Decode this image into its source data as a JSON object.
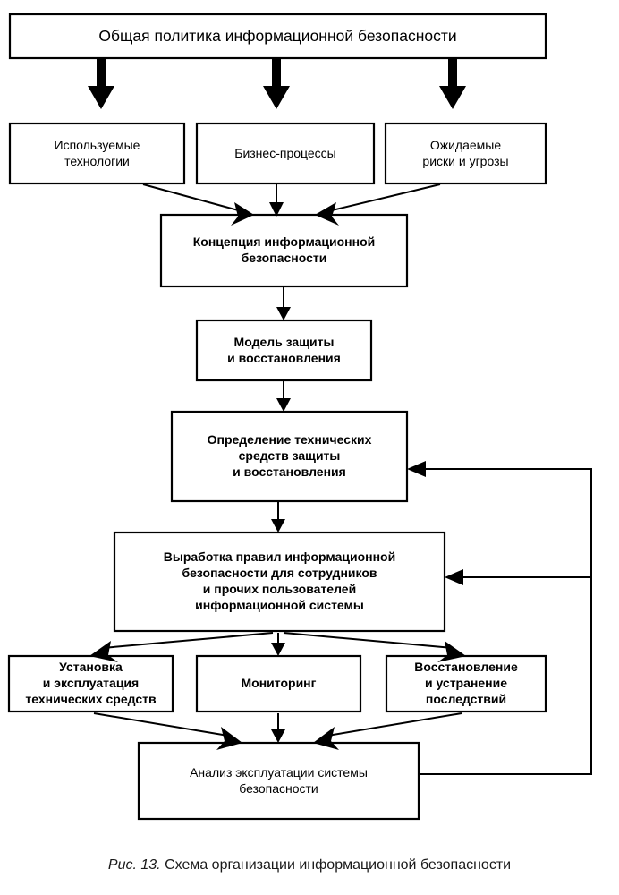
{
  "figure": {
    "caption_number": "Рис. 13.",
    "caption_text": "Схема организации информационной безопасности"
  },
  "colors": {
    "box_fill": "#ffffff",
    "box_stroke": "#000000",
    "arrow": "#000000",
    "text": "#000000",
    "background": "#ffffff"
  },
  "diagram": {
    "type": "flowchart",
    "title": "Схема организации информационной безопасности",
    "nodes": [
      {
        "id": "policy",
        "label": "Общая политика информационной безопасности",
        "level": 0
      },
      {
        "id": "technologies",
        "label": "Используемые\nтехнологии",
        "level": 1
      },
      {
        "id": "business",
        "label": "Бизнес-процессы",
        "level": 1
      },
      {
        "id": "risks",
        "label": "Ожидаемые\nриски и угрозы",
        "level": 1
      },
      {
        "id": "concept",
        "label": "Концепция информационной\nбезопасности",
        "level": 2
      },
      {
        "id": "model",
        "label": "Модель защиты\nи восстановления",
        "level": 3
      },
      {
        "id": "means",
        "label": "Определение технических\nсредств защиты\nи восстановления",
        "level": 4
      },
      {
        "id": "rules",
        "label": "Выработка правил информационной\nбезопасности для сотрудников\nи прочих пользователей\nинформационной системы",
        "level": 5
      },
      {
        "id": "install",
        "label": "Установка\nи эксплуатация\nтехнических средств",
        "level": 6
      },
      {
        "id": "monitoring",
        "label": "Мониторинг",
        "level": 6
      },
      {
        "id": "recovery",
        "label": "Восстановление\nи устранение\nпоследствий",
        "level": 6
      },
      {
        "id": "analysis",
        "label": "Анализ эксплуатации системы\nбезопасности",
        "level": 7
      }
    ],
    "edges": [
      {
        "from": "policy",
        "to": "technologies",
        "style": "block-arrow"
      },
      {
        "from": "policy",
        "to": "business",
        "style": "block-arrow"
      },
      {
        "from": "policy",
        "to": "risks",
        "style": "block-arrow"
      },
      {
        "from": "technologies",
        "to": "concept",
        "style": "line"
      },
      {
        "from": "business",
        "to": "concept",
        "style": "line"
      },
      {
        "from": "risks",
        "to": "concept",
        "style": "line"
      },
      {
        "from": "concept",
        "to": "model",
        "style": "line"
      },
      {
        "from": "model",
        "to": "means",
        "style": "line"
      },
      {
        "from": "means",
        "to": "rules",
        "style": "line"
      },
      {
        "from": "rules",
        "to": "install",
        "style": "line"
      },
      {
        "from": "rules",
        "to": "monitoring",
        "style": "line"
      },
      {
        "from": "rules",
        "to": "recovery",
        "style": "line"
      },
      {
        "from": "install",
        "to": "analysis",
        "style": "line"
      },
      {
        "from": "monitoring",
        "to": "analysis",
        "style": "line"
      },
      {
        "from": "recovery",
        "to": "analysis",
        "style": "line"
      },
      {
        "from": "analysis",
        "to": "means",
        "style": "feedback"
      },
      {
        "from": "analysis",
        "to": "rules",
        "style": "feedback"
      }
    ]
  }
}
